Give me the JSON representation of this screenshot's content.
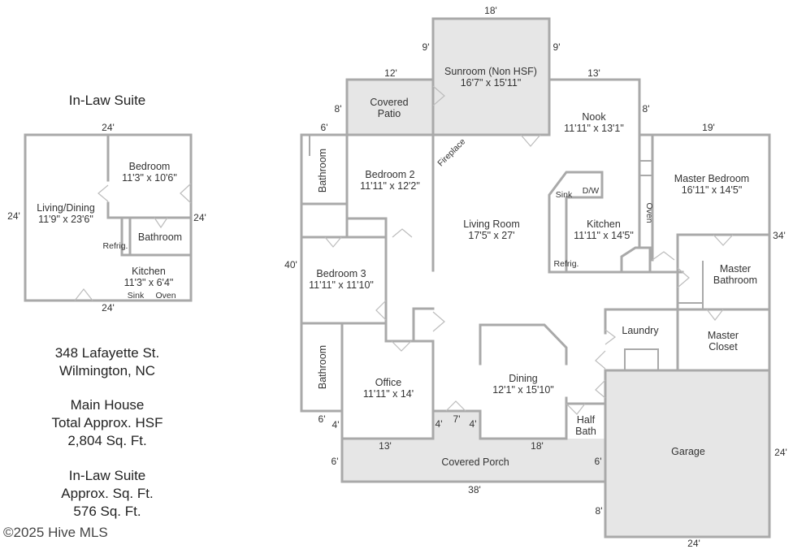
{
  "inlaw_suite": {
    "title": "In-Law Suite",
    "dims": {
      "top": "24'",
      "left": "24'",
      "right": "24'",
      "bottom": "24'"
    },
    "rooms": {
      "bedroom": {
        "name": "Bedroom",
        "size": "11'3\" x 10'6\""
      },
      "living": {
        "name": "Living/Dining",
        "size": "11'9\" x 23'6\""
      },
      "bathroom": {
        "name": "Bathroom"
      },
      "kitchen": {
        "name": "Kitchen",
        "size": "11'3\" x 6'4\""
      }
    },
    "fixtures": {
      "refrig": "Refrig.",
      "sink": "Sink",
      "oven": "Oven"
    }
  },
  "address": {
    "line1": "348 Lafayette St.",
    "line2": "Wilmington, NC"
  },
  "main_house": {
    "line1": "Main House",
    "line2": "Total Approx. HSF",
    "line3": "2,804 Sq. Ft."
  },
  "suite_area": {
    "line1": "In-Law Suite",
    "line2": "Approx. Sq. Ft.",
    "line3": "576 Sq. Ft."
  },
  "copyright": "©2025 Hive MLS",
  "main_plan": {
    "dims": {
      "sunroom_top": "18'",
      "sunroom_left": "9'",
      "sunroom_right": "9'",
      "patio_top": "12'",
      "patio_left": "8'",
      "nook_top": "13'",
      "nook_right": "8'",
      "bath_top": "6'",
      "master_top": "19'",
      "right_side": "34'",
      "left_side": "40'",
      "bath_bottom": "6'",
      "office_left": "4'",
      "porch_mid_a": "4'",
      "porch_mid_b": "7'",
      "porch_mid_c": "4'",
      "porch_left_top": "13'",
      "porch_right_top": "18'",
      "porch_left": "6'",
      "porch_right": "6'",
      "porch_bottom": "38'",
      "garage_left": "8'",
      "garage_right": "24'",
      "garage_bottom": "24'"
    },
    "rooms": {
      "sunroom": {
        "name": "Sunroom (Non HSF)",
        "size": "16'7\" x 15'11\""
      },
      "patio": {
        "name1": "Covered",
        "name2": "Patio"
      },
      "nook": {
        "name": "Nook",
        "size": "11'11\" x 13'1\""
      },
      "bathroom_a": {
        "name": "Bathroom"
      },
      "bedroom2": {
        "name": "Bedroom 2",
        "size": "11'11\" x 12'2\""
      },
      "living": {
        "name": "Living Room",
        "size": "17'5\" x 27'"
      },
      "kitchen": {
        "name": "Kitchen",
        "size": "11'11\" x 14'5\""
      },
      "master_bed": {
        "name": "Master Bedroom",
        "size": "16'11\" x 14'5\""
      },
      "master_bath": {
        "name1": "Master",
        "name2": "Bathroom"
      },
      "bedroom3": {
        "name": "Bedroom 3",
        "size": "11'11\" x 11'10\""
      },
      "laundry": {
        "name": "Laundry"
      },
      "master_closet": {
        "name1": "Master",
        "name2": "Closet"
      },
      "bathroom_b": {
        "name": "Bathroom"
      },
      "office": {
        "name": "Office",
        "size": "11'11\" x 14'"
      },
      "dining": {
        "name": "Dining",
        "size": "12'1\" x 15'10\""
      },
      "half_bath": {
        "name1": "Half",
        "name2": "Bath"
      },
      "garage": {
        "name": "Garage"
      },
      "porch": {
        "name": "Covered Porch"
      }
    },
    "fixtures": {
      "fireplace": "Fireplace",
      "sink": "Sink",
      "dw": "D/W",
      "refrig": "Refrig.",
      "oven": "Oven"
    }
  }
}
